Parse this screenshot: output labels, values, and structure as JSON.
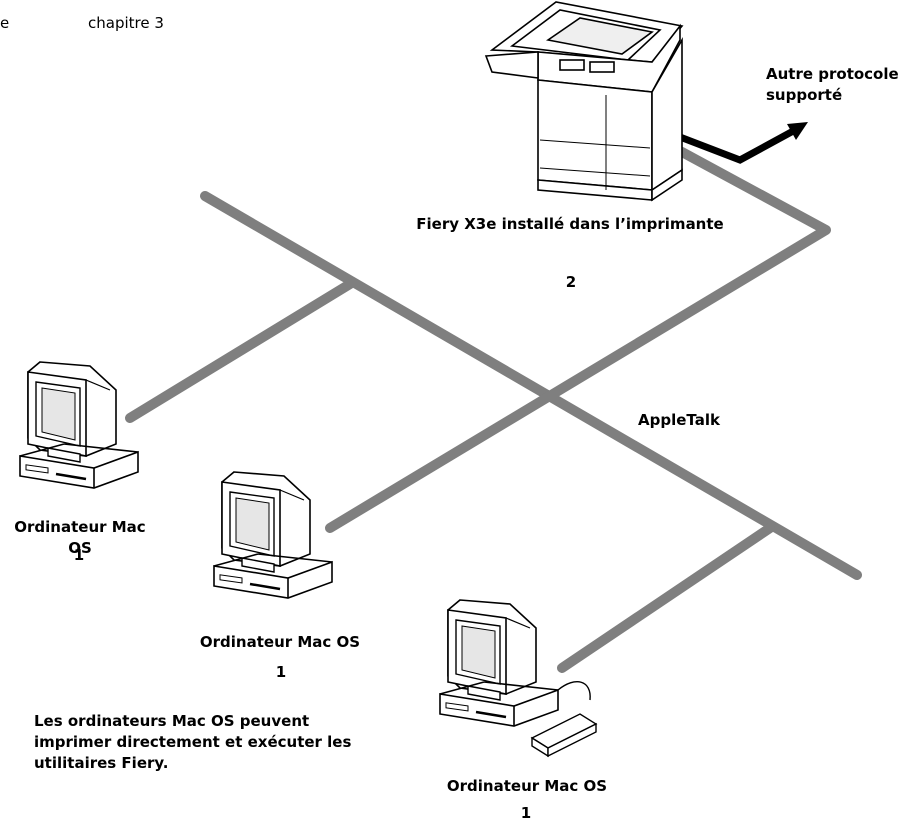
{
  "header": {
    "left_fragment": "e",
    "chapter": "chapitre 3"
  },
  "printer": {
    "label": "Fiery X3e installé dans l’imprimante",
    "number": "2"
  },
  "other_protocol": {
    "line1": "Autre protocole",
    "line2": "supporté"
  },
  "network": {
    "label": "AppleTalk"
  },
  "computers": [
    {
      "label": "Ordinateur Mac OS",
      "number": "1"
    },
    {
      "label": "Ordinateur Mac OS",
      "number": "1"
    },
    {
      "label": "Ordinateur Mac OS",
      "number": "1"
    }
  ],
  "note": {
    "line1": "Les ordinateurs Mac OS peuvent",
    "line2": "imprimer directement et exécuter les",
    "line3": "utilitaires Fiery."
  }
}
